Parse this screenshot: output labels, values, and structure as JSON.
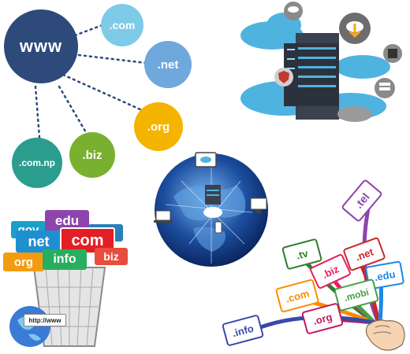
{
  "domain_diagram": {
    "center": "www",
    "bubbles": [
      ".com",
      ".net",
      ".org",
      ".biz",
      ".com.np"
    ]
  },
  "basket_signs": [
    "gov",
    "edu",
    "net",
    "com",
    "biz",
    "org",
    "info"
  ],
  "basket_globe_label": "http://www",
  "hand_flags": [
    ".tel",
    ".tv",
    ".biz",
    ".net",
    ".edu",
    ".com",
    ".mobi",
    ".org",
    ".info"
  ],
  "colors": {
    "www_bubble": "#2e4a7a",
    "com_bubble": "#7ecbe8",
    "net_bubble": "#6fa8dc",
    "org_bubble": "#f5b400",
    "biz_bubble": "#7ab030",
    "comnp_bubble": "#2a9d8f",
    "cloud": "#4fb3e0",
    "server": "#3a4250",
    "globe": "#1c4fa0"
  },
  "icons": [
    "cloud-icon",
    "server-rack-icon",
    "globe-icon",
    "laptop-icon",
    "monitor-icon",
    "phone-icon",
    "security-shield-icon",
    "cloud-upload-icon",
    "chip-icon",
    "hand-icon",
    "waste-basket-icon"
  ]
}
